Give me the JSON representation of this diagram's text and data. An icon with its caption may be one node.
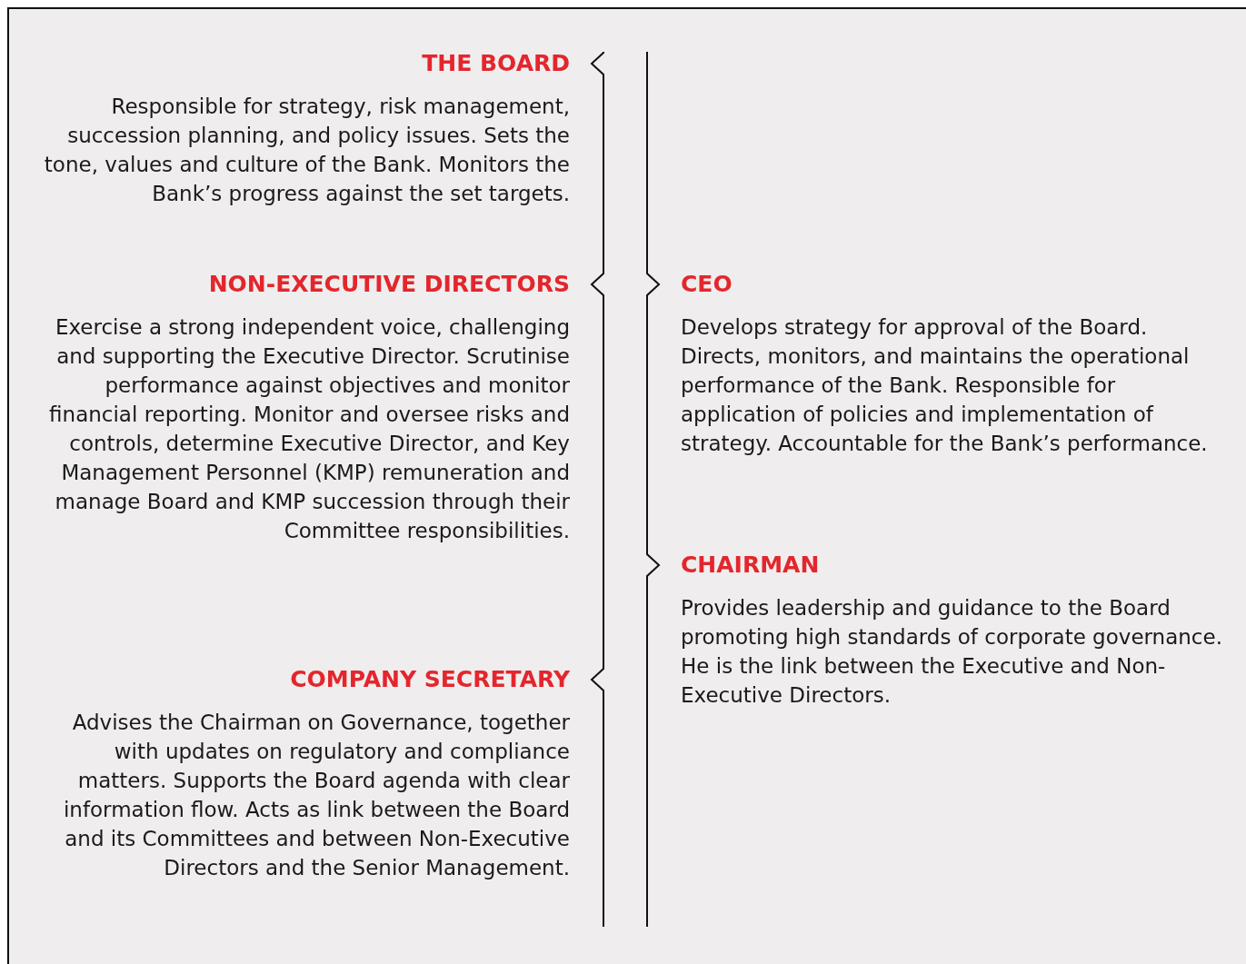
{
  "diagram": {
    "nodes": [
      {
        "text": [
          "THE BOARD",
          "Responsible for strategy, risk management, succession planning, and policy issues. Sets the tone, values and culture of the Bank. Monitors the Bank’s progress against the set targets."
        ]
      },
      {
        "text": [
          "NON-EXECUTIVE DIRECTORS",
          "Exercise a strong independent voice, challenging and supporting the Executive Director. Scrutinise performance against objectives and monitor financial reporting. Monitor and oversee risks and controls, determine Executive Director, and Key Management Personnel (KMP) remuneration and manage Board and KMP succession through their Committee responsibilities."
        ]
      },
      {
        "text": [
          "COMPANY SECRETARY",
          "Advises the Chairman on Governance, together with updates on regulatory and compliance matters. Supports the Board agenda with clear information flow. Acts as link between the Board and its Committees and between Non-Executive Directors and the Senior Management."
        ]
      },
      {
        "text": [
          "CEO",
          "Develops strategy for approval of the Board. Directs, monitors, and maintains the operational performance of the Bank. Responsible for application of policies and implementation of strategy. Accountable for the Bank’s performance."
        ]
      },
      {
        "text": [
          "CHAIRMAN",
          "Provides leadership and guidance to the Board promoting high standards of corporate governance. He is the link between the Executive and Non-Executive Directors."
        ]
      }
    ]
  }
}
